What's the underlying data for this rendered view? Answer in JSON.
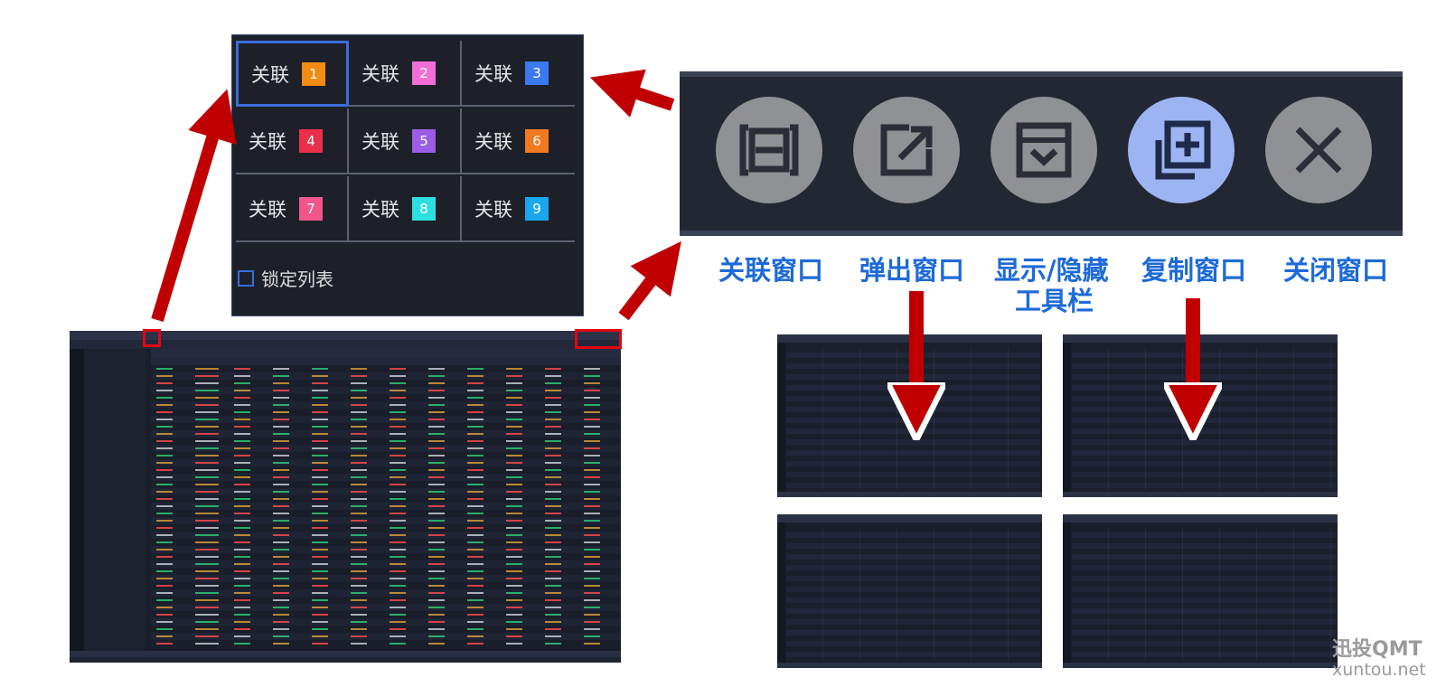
{
  "link_panel": {
    "items": [
      {
        "label": "关联",
        "num": "1",
        "color": "#f28c13"
      },
      {
        "label": "关联",
        "num": "2",
        "color": "#f06ed6"
      },
      {
        "label": "关联",
        "num": "3",
        "color": "#3b79f0"
      },
      {
        "label": "关联",
        "num": "4",
        "color": "#ea2f4a"
      },
      {
        "label": "关联",
        "num": "5",
        "color": "#9b5de5"
      },
      {
        "label": "关联",
        "num": "6",
        "color": "#f27a1e"
      },
      {
        "label": "关联",
        "num": "7",
        "color": "#f2568a"
      },
      {
        "label": "关联",
        "num": "8",
        "color": "#2de0e0"
      },
      {
        "label": "关联",
        "num": "9",
        "color": "#1aa7f0"
      }
    ],
    "lock_label": "锁定列表"
  },
  "toolbar": {
    "buttons": [
      {
        "icon": "link-window-icon",
        "label": "关联窗口"
      },
      {
        "icon": "popout-window-icon",
        "label": "弹出窗口"
      },
      {
        "icon": "toggle-toolbar-icon",
        "label": "显示/隐藏",
        "label2": "工具栏"
      },
      {
        "icon": "copy-window-icon",
        "label": "复制窗口"
      },
      {
        "icon": "close-window-icon",
        "label": "关闭窗口"
      }
    ]
  },
  "watermark": {
    "brand": "迅投QMT",
    "site": "xuntou.net"
  },
  "colors": {
    "accent": "#1d6ad8",
    "arrow": "#c00000",
    "highlight": "#e30613"
  }
}
